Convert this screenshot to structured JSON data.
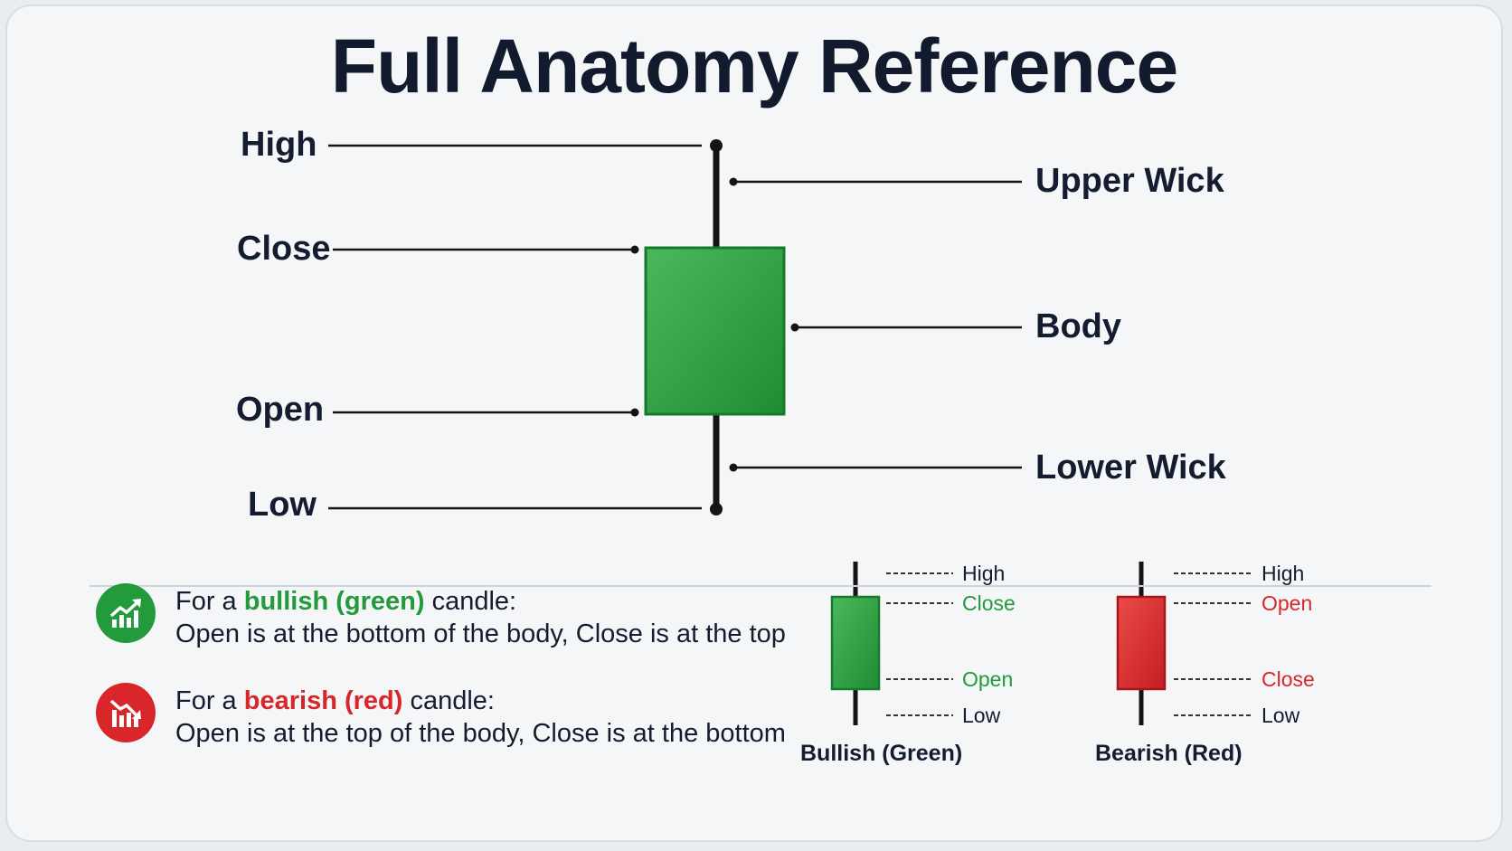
{
  "title": "Full Anatomy Reference",
  "left_labels": {
    "high": "High",
    "close": "Close",
    "open": "Open",
    "low": "Low"
  },
  "right_labels": {
    "upper_wick": "Upper Wick",
    "body": "Body",
    "lower_wick": "Lower Wick"
  },
  "notes": {
    "bullish": {
      "prefix": "For a ",
      "highlight": "bullish (green)",
      "suffix": " candle:",
      "detail": "Open is at the bottom of the body, Close is at the top",
      "icon": "chart-up-icon"
    },
    "bearish": {
      "prefix": "For a ",
      "highlight": "bearish (red)",
      "suffix": " candle:",
      "detail": "Open is at the top of the body, Close is at the bottom",
      "icon": "chart-down-icon"
    }
  },
  "mini_bullish": {
    "caption": "Bullish (Green)",
    "high": "High",
    "close": "Close",
    "open": "Open",
    "low": "Low"
  },
  "mini_bearish": {
    "caption": "Bearish (Red)",
    "high": "High",
    "open": "Open",
    "close": "Close",
    "low": "Low"
  },
  "colors": {
    "green": "#239a3b",
    "red": "#d8262a",
    "ink": "#141c30"
  }
}
